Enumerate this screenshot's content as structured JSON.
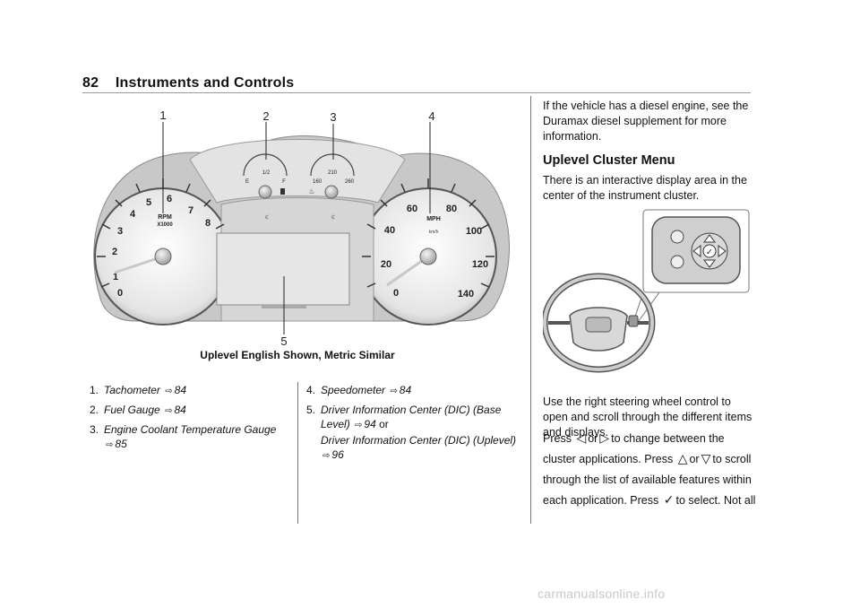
{
  "header": {
    "page_number": "82",
    "section_title": "Instruments and Controls"
  },
  "figure": {
    "callouts": [
      "1",
      "2",
      "3",
      "4",
      "5"
    ],
    "tachometer": {
      "label": "RPM",
      "sublabel": "X1000",
      "ticks": [
        "0",
        "1",
        "2",
        "3",
        "4",
        "5",
        "6",
        "7",
        "8"
      ]
    },
    "fuel_gauge": {
      "empty": "E",
      "half": "1/2",
      "full": "F"
    },
    "temp_gauge": {
      "low": "160",
      "mid": "210",
      "high": "260"
    },
    "speedometer": {
      "label": "MPH",
      "sublabel": "km/h",
      "ticks": [
        "0",
        "20",
        "40",
        "60",
        "80",
        "100",
        "120",
        "140"
      ]
    },
    "caption": "Uplevel English Shown, Metric Similar"
  },
  "list_left": [
    {
      "num": "1.",
      "title": "Tachometer",
      "page": "84"
    },
    {
      "num": "2.",
      "title": "Fuel Gauge",
      "page": "84"
    },
    {
      "num": "3.",
      "title": "Engine Coolant Temperature Gauge",
      "page": "85"
    }
  ],
  "list_right": {
    "item4": {
      "num": "4.",
      "title": "Speedometer",
      "page": "84"
    },
    "item5": {
      "num": "5.",
      "title_a": "Driver Information Center (DIC) (Base Level)",
      "page_a": "94",
      "or_word": "or",
      "title_b": "Driver Information Center (DIC) (Uplevel)",
      "page_b": "96"
    }
  },
  "right_column": {
    "p1": "If the vehicle has a diesel engine, see the Duramax diesel supplement for more information.",
    "heading": "Uplevel Cluster Menu",
    "p2": "There is an interactive display area in the center of the instrument cluster.",
    "p3": "Use the right steering wheel control to open and scroll through the different items and displays.",
    "p4_a": "Press",
    "p4_b": "or",
    "p4_c": "to change between the cluster applications. Press",
    "p4_d": "or",
    "p4_e": "to scroll through the list of available features within each application. Press",
    "p4_f": "to select. Not all"
  },
  "footer": "carmanualsonline.info"
}
